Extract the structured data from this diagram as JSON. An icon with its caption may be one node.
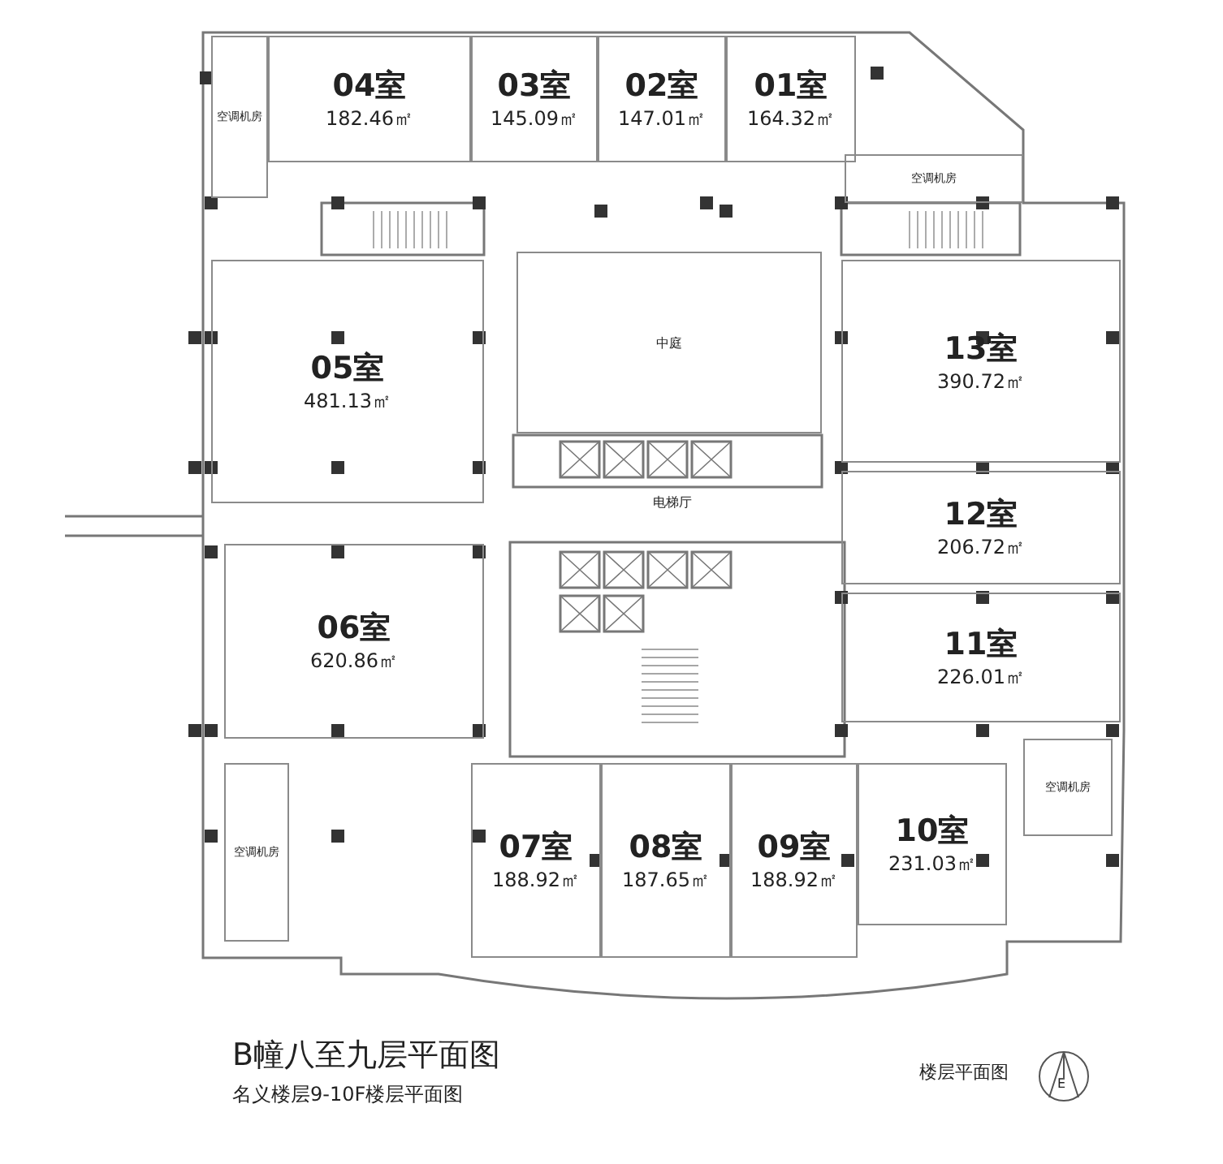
{
  "diagram": {
    "title": "B幢八至九层平面图",
    "caption": "名义楼层9-10F楼层平面图",
    "nodes": [
      {
        "text": [
          "空调机房"
        ]
      },
      {
        "text": [
          "04室",
          "182.46㎡"
        ]
      },
      {
        "text": [
          "03室",
          "145.09㎡"
        ]
      },
      {
        "text": [
          "02室",
          "147.01㎡"
        ]
      },
      {
        "text": [
          "01室",
          "164.32㎡"
        ]
      },
      {
        "text": [
          "空调机房"
        ]
      },
      {
        "text": [
          "05室",
          "481.13㎡"
        ]
      },
      {
        "text": [
          "中庭"
        ]
      },
      {
        "text": [
          "13室",
          "390.72㎡"
        ]
      },
      {
        "text": [
          "12室",
          "206.72㎡"
        ]
      },
      {
        "text": [
          "06室",
          "620.86㎡"
        ]
      },
      {
        "text": [
          "11室",
          "226.01㎡"
        ]
      },
      {
        "text": [
          "空调机房"
        ]
      },
      {
        "text": [
          "空调机房"
        ]
      },
      {
        "text": [
          "07室",
          "188.92㎡"
        ]
      },
      {
        "text": [
          "08室",
          "187.65㎡"
        ]
      },
      {
        "text": [
          "09室",
          "188.92㎡"
        ]
      },
      {
        "text": [
          "10室",
          "231.03㎡"
        ]
      }
    ],
    "labels": [
      "电梯厅",
      "楼层平面图",
      "E"
    ]
  }
}
